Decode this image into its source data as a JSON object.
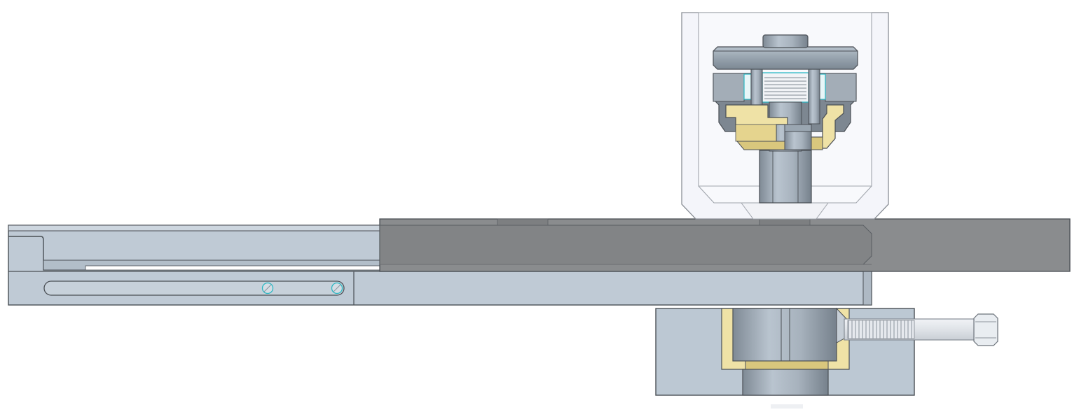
{
  "drawing": {
    "view": "section-view",
    "colors": {
      "background": "#ffffff",
      "outline": "#4a4f55",
      "steel_light": "#bcc8d3",
      "steel_mid": "#9aa6b1",
      "steel_dark": "#6f7a85",
      "plate_gray": "#8a8c8e",
      "plate_gray_dark": "#77797b",
      "brass": "#efe2a6",
      "brass_shade": "#d9c77d",
      "spring_cyan": "#2bb8c4",
      "housing_transparent": "#f4f5fa",
      "housing_outline": "#8a8f96"
    },
    "parts": [
      {
        "id": "slide-rail",
        "label": ""
      },
      {
        "id": "guide-plate",
        "label": ""
      },
      {
        "id": "top-housing",
        "label": ""
      },
      {
        "id": "cap-nut",
        "label": ""
      },
      {
        "id": "brass-collet",
        "label": ""
      },
      {
        "id": "lower-block",
        "label": ""
      },
      {
        "id": "adjust-screw",
        "label": ""
      }
    ]
  }
}
